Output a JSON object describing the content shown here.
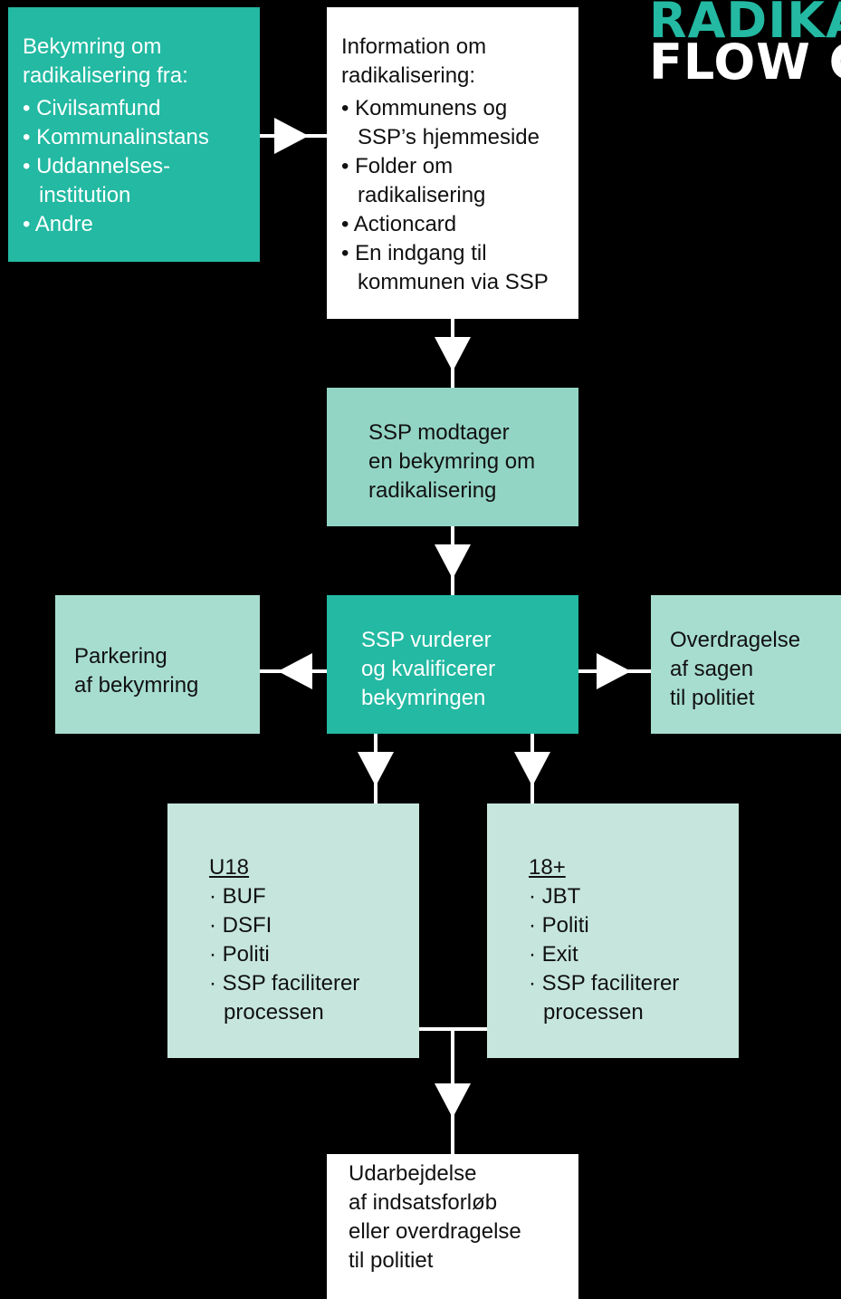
{
  "title": {
    "line1": "RADIKA",
    "line2": "FLOW C"
  },
  "boxes": {
    "source": {
      "heading1": "Bekymring om",
      "heading2": "radikalisering fra:",
      "items": [
        "Civilsamfund",
        "Kommunalinstans",
        "Uddannelses-",
        "institution",
        "Andre"
      ]
    },
    "info": {
      "heading1": "Information om",
      "heading2": "radikalisering:",
      "items": [
        "Kommunens og",
        "SSP’s hjemmeside",
        "Folder om",
        "radikalisering",
        "Actioncard",
        "En indgang til",
        "kommunen via SSP"
      ]
    },
    "receive": {
      "lines": [
        "SSP modtager",
        "en bekymring om",
        "radikalisering"
      ]
    },
    "assess": {
      "lines": [
        "SSP vurderer",
        "og kvalificerer",
        "bekymringen"
      ]
    },
    "parking": {
      "lines": [
        "Parkering",
        "af bekymring"
      ]
    },
    "handover": {
      "lines": [
        "Overdragelse",
        "af sagen",
        "til politiet"
      ]
    },
    "u18": {
      "heading": "U18",
      "items": [
        "BUF",
        "DSFI",
        "Politi",
        "SSP faciliterer",
        "processen"
      ]
    },
    "o18": {
      "heading": "18+",
      "items": [
        "JBT",
        "Politi",
        "Exit",
        "SSP faciliterer",
        "processen"
      ]
    },
    "final": {
      "lines": [
        "Udarbejdelse",
        "af indsatsforløb",
        "eller overdragelse",
        "til politiet"
      ]
    }
  },
  "colors": {
    "background": "#000000",
    "teal": "#23b9a2",
    "mint": "#93d5c4",
    "light_mint": "#a7ddcf",
    "pale_mint": "#c6e6dd",
    "white": "#ffffff"
  },
  "glyphs": {
    "bullet": "•",
    "dot": "·"
  }
}
